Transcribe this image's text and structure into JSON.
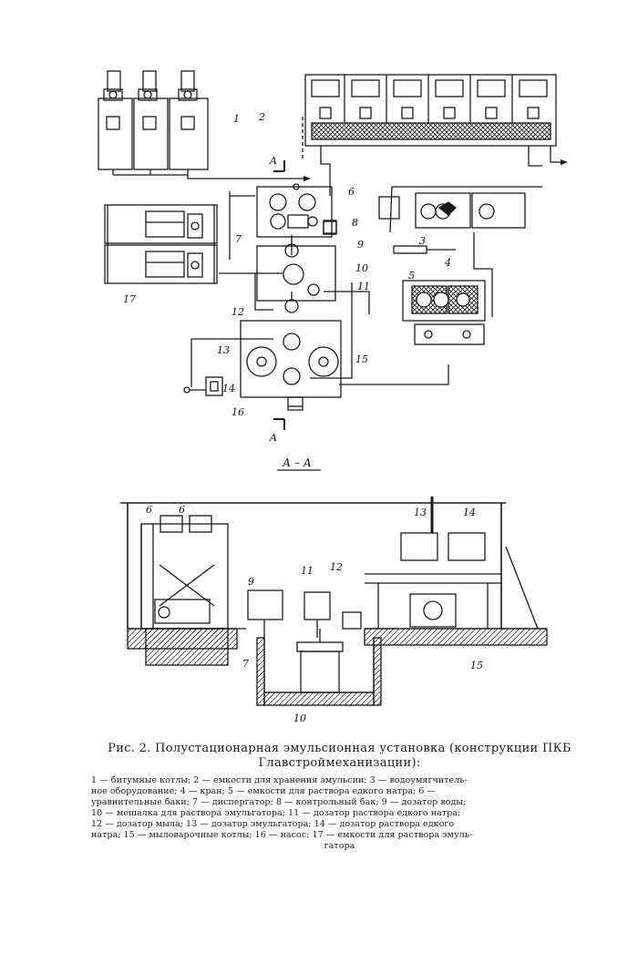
{
  "upper_labels": {
    "n1": "1",
    "n2": "2",
    "n3": "3",
    "n4": "4",
    "n5": "5",
    "n6": "6",
    "n7": "7",
    "n8": "8",
    "n9": "9",
    "n10": "10",
    "n11": "11",
    "n12": "12",
    "n13": "13",
    "n14": "14",
    "n15": "15",
    "n16": "16",
    "n17": "17",
    "a_top": "A",
    "a_bottom": "A"
  },
  "section_title": "А – А",
  "lower_labels": {
    "n6a": "6",
    "n6b": "6",
    "n7": "7",
    "n9": "9",
    "n10": "10",
    "n11": "11",
    "n12": "12",
    "n13": "13",
    "n14": "14",
    "n15": "15"
  },
  "caption": {
    "line1": "Рис. 2. Полустационарная эмульсионная установка (конструкции ПКБ",
    "line2": "Главстроймеханизации):"
  },
  "legend": {
    "line1": "1 — битумные котлы; 2 — емкости для хранения эмульсии; 3 — водоумягчитель-",
    "line2": "ное оборудование; 4 — кран; 5 — емкости для раствора едкого натра; 6 —",
    "line3": "уравнительные баки; 7 — диспергатор; 8 — контрольный бак; 9 — дозатор воды;",
    "line4": "10 — мешалка для раствора эмульгатора; 11 — дозатор раствора едкого натра;",
    "line5": "12 — дозатор мыла; 13 — дозатор эмульгатора; 14 — дозатор раствора едкого",
    "line6": "натра; 15 — мыловарочные котлы; 16 — насос; 17 — емкости для раствора эмуль-",
    "line7": "гатора"
  }
}
